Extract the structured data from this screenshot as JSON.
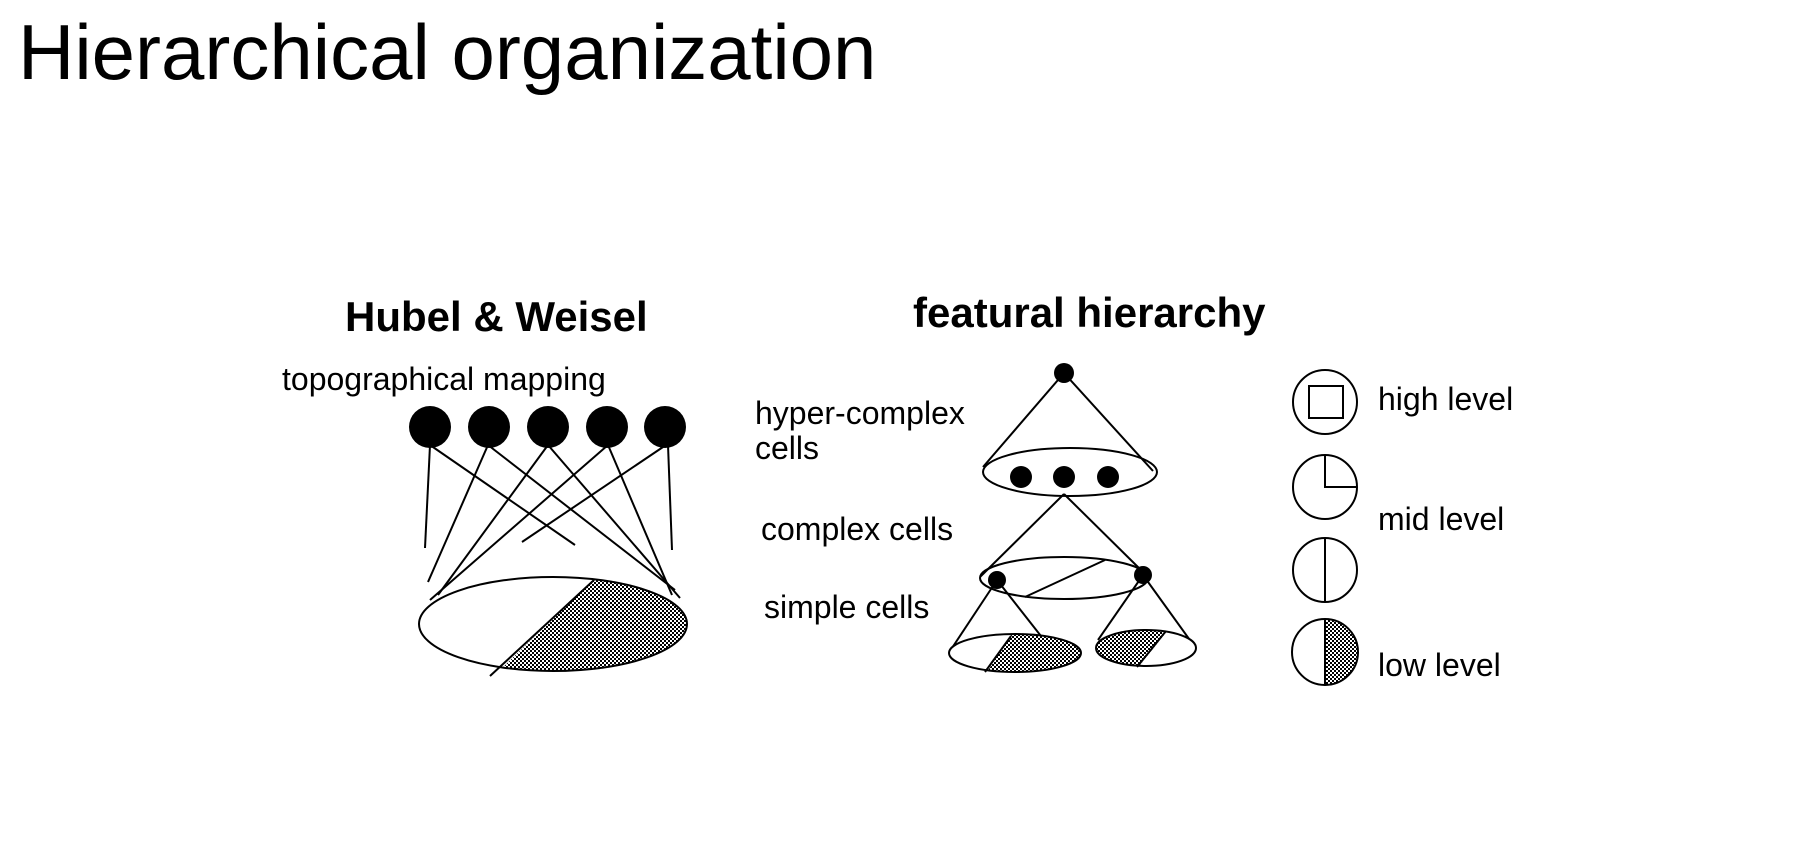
{
  "slide": {
    "title": "Hierarchical organization"
  },
  "left_panel": {
    "heading": "Hubel & Weisel",
    "caption": "topographical mapping"
  },
  "right_panel": {
    "heading": "featural hierarchy",
    "levels": {
      "hyper_complex_line1": "hyper-complex",
      "hyper_complex_line2": "cells",
      "complex": "complex cells",
      "simple": "simple cells"
    }
  },
  "legend": {
    "high": "high level",
    "mid": "mid level",
    "low": "low level"
  },
  "colors": {
    "ink": "#000000",
    "shade": "#808080",
    "background": "#ffffff"
  }
}
